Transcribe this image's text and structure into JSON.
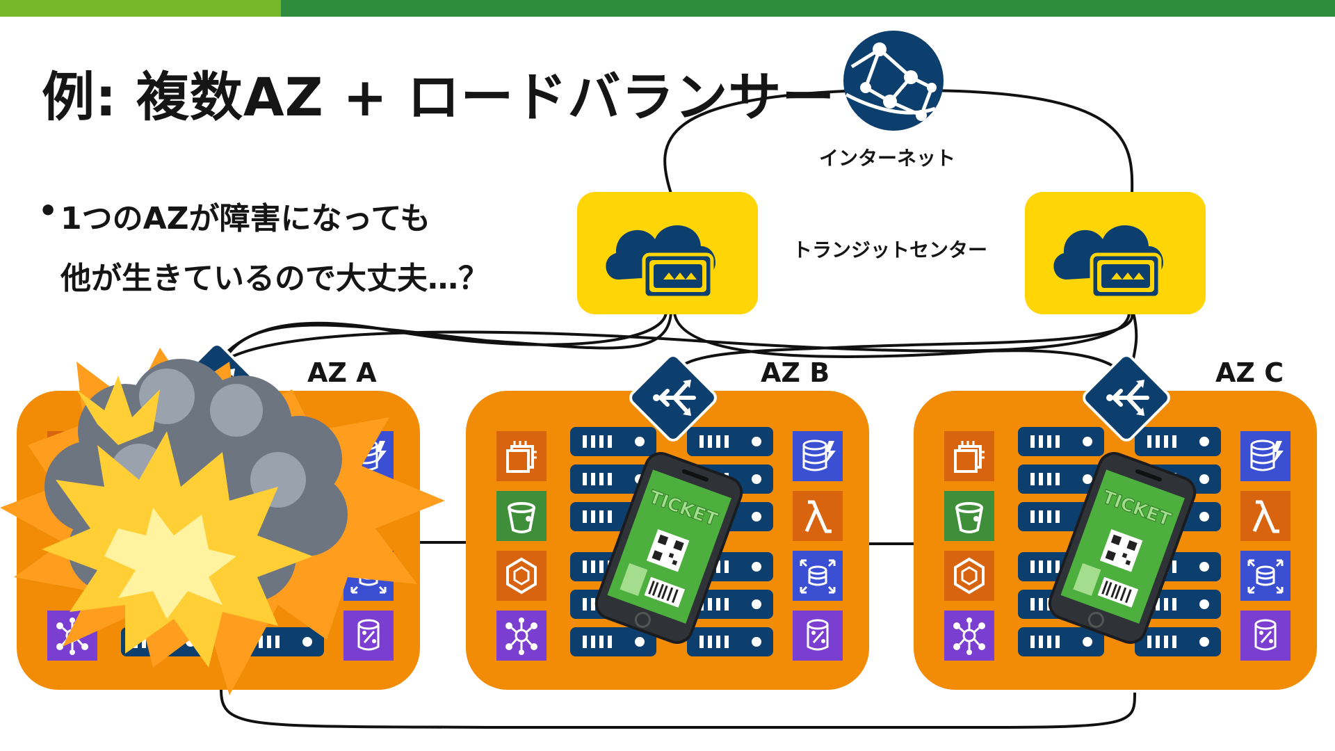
{
  "colors": {
    "top_bar_left": "#76b82a",
    "top_bar_right": "#2f8b3c",
    "az_fill": "#f28c06",
    "transit_fill": "#ffd505",
    "navy": "#0d3f6e",
    "ec2": "#d9640f",
    "s3": "#3e8e3a",
    "purple": "#7a3fd1",
    "blue": "#3b4fd3",
    "ticket_green": "#4caf3e",
    "explosion_yellow": "#ffd84a",
    "explosion_orange": "#ff9d1f",
    "smoke": "#6d7580"
  },
  "slide": {
    "title": "例: 複数AZ + ロードバランサー",
    "bullet_line1": "1つのAZが障害になっても",
    "bullet_line2": "他が生きているので大丈夫…？"
  },
  "diagram": {
    "internet_label": "インターネット",
    "transit_label": "トランジットセンター",
    "az_labels": [
      "AZ A",
      "AZ B",
      "AZ C"
    ],
    "ticket_text": "TICKET",
    "az_a_state": "障害 (explosion)",
    "icons": {
      "internet": "globe-network-icon",
      "transit": "cloud-gateway-icon",
      "load_balancer": "load-balancer-icon",
      "compute": "ec2-chip-icon",
      "storage": "s3-bucket-icon",
      "container": "ecs-hexagon-icon",
      "graph": "neptune-graph-icon",
      "nosql": "dynamodb-icon",
      "function": "lambda-icon",
      "database": "rds-icon",
      "database2": "database-cylinder-icon",
      "phone": "smartphone-ticket-icon"
    }
  }
}
